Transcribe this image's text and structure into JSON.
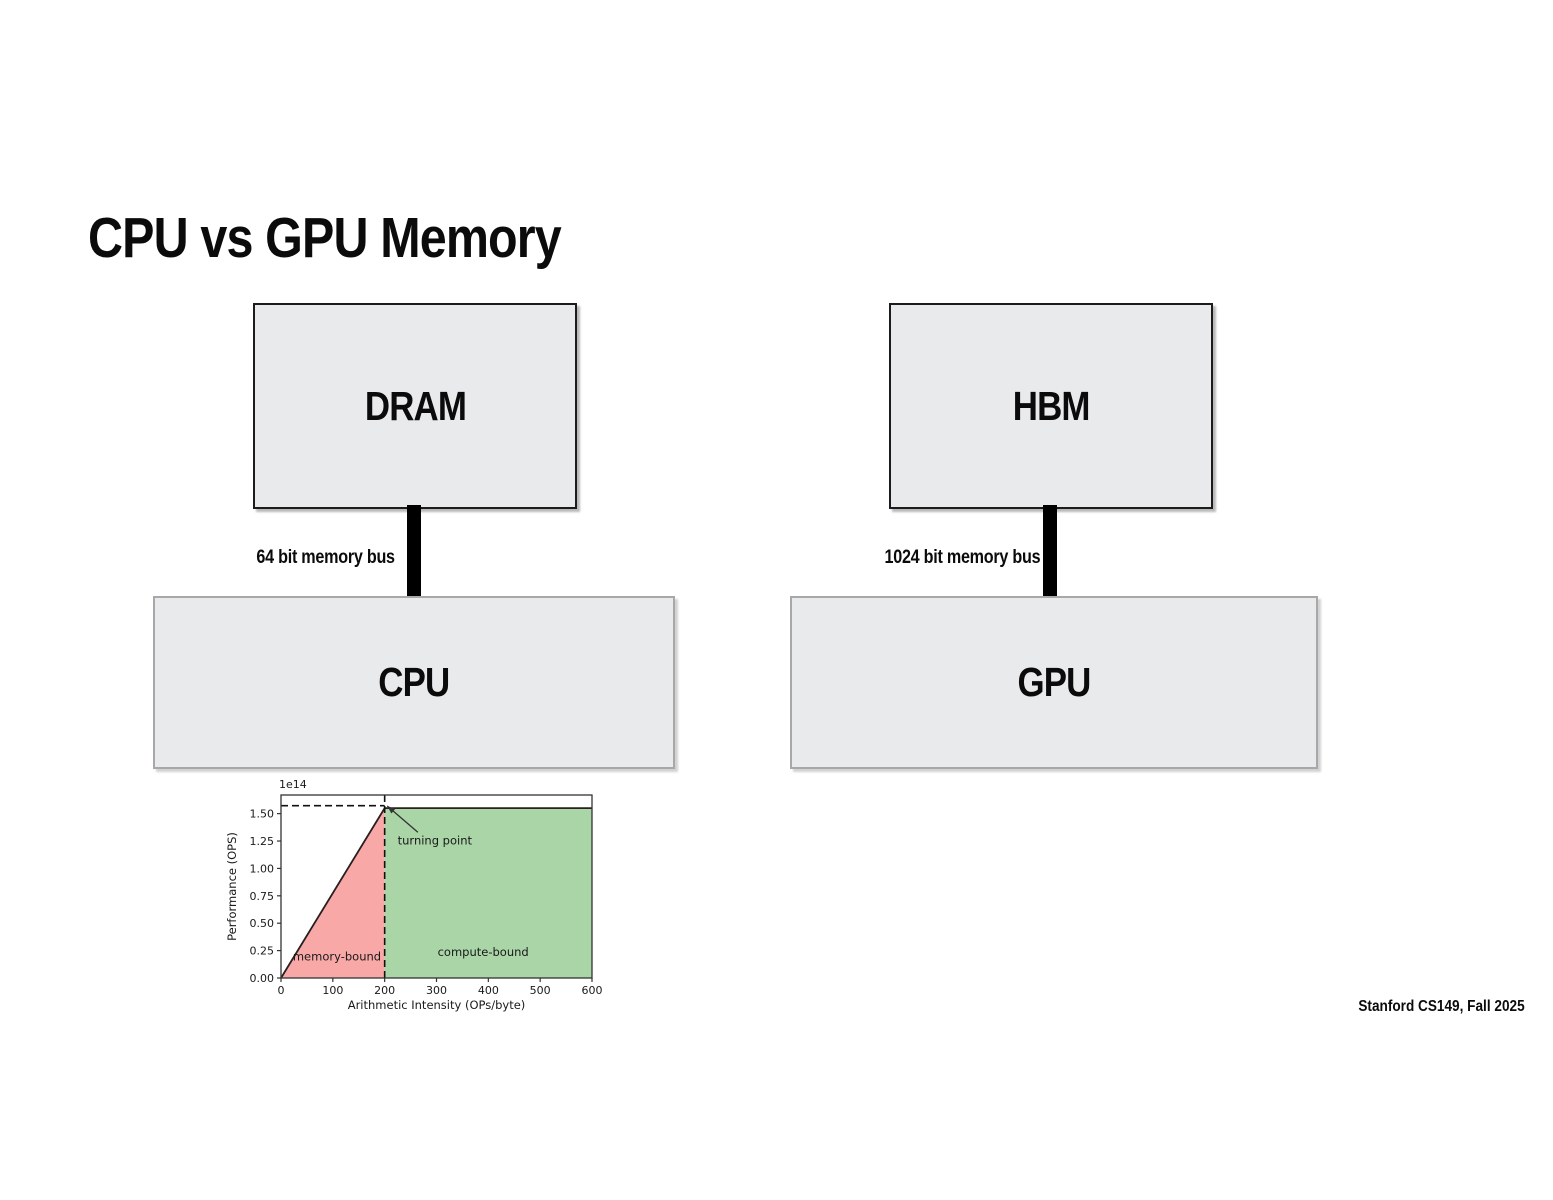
{
  "slide": {
    "title": "CPU vs GPU Memory",
    "footer": "Stanford CS149, Fall 2025"
  },
  "diagram": {
    "left": {
      "memory_label": "DRAM",
      "processor_label": "CPU",
      "bus_label": "64 bit memory bus"
    },
    "right": {
      "memory_label": "HBM",
      "processor_label": "GPU",
      "bus_label": "1024 bit memory bus"
    }
  },
  "colors": {
    "box_fill": "#e9eaec",
    "memory_box_border": "#1c1c1c",
    "processor_box_border": "#a8a8a8",
    "bus_line": "#000000",
    "memory_bound_fill": "#f9a8a8",
    "compute_bound_fill": "#a9d5a7",
    "roofline_stroke": "#2a1f1f",
    "guide_stroke": "#111111",
    "chart_text": "#1a1a1a"
  },
  "chart_data": {
    "type": "area",
    "title": "",
    "xlabel": "Arithmetic Intensity (OPs/byte)",
    "ylabel": "Performance (OPS)",
    "y_scale_offset_label": "1e14",
    "y_units": "OPS, values in multiples of 1e14",
    "xlim": [
      0,
      600
    ],
    "ylim": [
      0,
      1.67
    ],
    "xticks": [
      0,
      100,
      200,
      300,
      400,
      500,
      600
    ],
    "yticks": [
      0,
      0.25,
      0.5,
      0.75,
      1,
      1.25,
      1.5
    ],
    "ytick_labels": [
      "0.00",
      "0.25",
      "0.50",
      "0.75",
      "1.00",
      "1.25",
      "1.50"
    ],
    "grid": false,
    "legend": false,
    "roofline": {
      "points": [
        [
          0,
          0
        ],
        [
          200,
          1.55
        ],
        [
          600,
          1.55
        ]
      ],
      "turning_point": [
        200,
        1.55
      ],
      "peak_performance_ops": 155000000000000.0,
      "memory_slope_ops_per_intensity": 775000000000.0
    },
    "regions": [
      {
        "label": "memory-bound",
        "fill": "#f9a8a8",
        "polygon": [
          [
            0,
            0
          ],
          [
            200,
            1.55
          ],
          [
            200,
            0
          ]
        ],
        "label_at": [
          108,
          0.16
        ]
      },
      {
        "label": "compute-bound",
        "fill": "#a9d5a7",
        "polygon": [
          [
            200,
            0
          ],
          [
            200,
            1.55
          ],
          [
            600,
            1.55
          ],
          [
            600,
            0
          ]
        ],
        "label_at": [
          390,
          0.2
        ]
      }
    ],
    "dashed_guides": [
      {
        "from": [
          0,
          1.55
        ],
        "to": [
          200,
          1.55
        ],
        "orient": "horizontal"
      },
      {
        "from": [
          200,
          0
        ],
        "to": [
          200,
          1.67
        ],
        "orient": "vertical"
      }
    ],
    "annotation": {
      "text": "turning point",
      "tip": [
        205,
        1.57
      ],
      "tail": [
        264,
        1.33
      ],
      "text_at": [
        225,
        1.22
      ]
    }
  }
}
